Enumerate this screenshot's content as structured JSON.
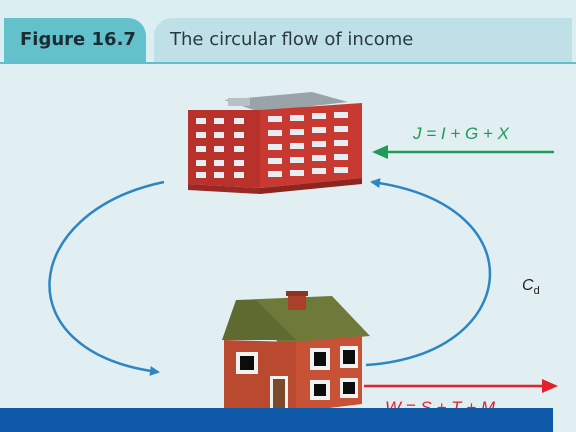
{
  "figure": {
    "label": "Figure 16.7",
    "title": "The circular flow of income"
  },
  "labels": {
    "injections": "J = I + G + X",
    "consumption": "C",
    "consumption_sub": "d",
    "withdrawals": "W = S + T + M"
  },
  "colors": {
    "injections_arrow": "#1f9a57",
    "withdrawals_arrow": "#e3202b",
    "flow_arrow": "#2c86c4",
    "bottom_bar": "#0f5aa8"
  },
  "icons": {
    "firms": "office-building-icon",
    "households": "brick-house-icon"
  }
}
